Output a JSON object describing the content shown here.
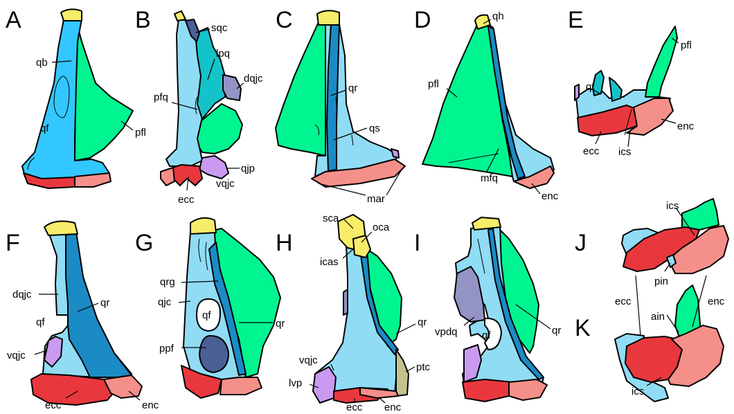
{
  "panels": {
    "A": {
      "letter": "A",
      "labels": {
        "qb": "qb",
        "qf": "qf",
        "pfl": "pfl"
      }
    },
    "B": {
      "letter": "B",
      "labels": {
        "sqc": "sqc",
        "lpq": "lpq",
        "dqjc": "dqjc",
        "pfq": "pfq",
        "qjp": "qjp",
        "vqjc": "vqjc",
        "ecc": "ecc"
      }
    },
    "C": {
      "letter": "C",
      "labels": {
        "qr": "qr",
        "qs": "qs",
        "mar": "mar"
      }
    },
    "D": {
      "letter": "D",
      "labels": {
        "qh": "qh",
        "pfl": "pfl",
        "mfq": "mfq",
        "enc": "enc"
      }
    },
    "E": {
      "letter": "E",
      "labels": {
        "pfl": "pfl",
        "qf": "qf",
        "enc": "enc",
        "ecc": "ecc",
        "ics": "ics"
      }
    },
    "F": {
      "letter": "F",
      "labels": {
        "dqjc": "dqjc",
        "qr": "qr",
        "qf": "qf",
        "vqjc": "vqjc",
        "ecc": "ecc",
        "enc": "enc"
      }
    },
    "G": {
      "letter": "G",
      "labels": {
        "qrg": "qrg",
        "qjc": "qjc",
        "qf": "qf",
        "qr": "qr",
        "ppf": "ppf"
      }
    },
    "H": {
      "letter": "H",
      "labels": {
        "sca": "sca",
        "oca": "oca",
        "icas": "icas",
        "qr": "qr",
        "vqjc": "vqjc",
        "ptc": "ptc",
        "lvp": "lvp",
        "ecc": "ecc",
        "enc": "enc"
      }
    },
    "I": {
      "letter": "I",
      "labels": {
        "vpdq": "vpdq",
        "qf": "qf",
        "qr": "qr"
      }
    },
    "J": {
      "letter": "J",
      "labels": {
        "ics": "ics",
        "pin": "pin",
        "ecc": "ecc",
        "enc": "enc"
      }
    },
    "K": {
      "letter": "K",
      "labels": {
        "ain": "ain",
        "ics": "ics"
      }
    }
  },
  "colors": {
    "yellow": "#f7ed6a",
    "blue": "#33c7ff",
    "green": "#00f590",
    "lightblue": "#90dcf5",
    "darkblue": "#1b8bc6",
    "teal": "#14c3c9",
    "navy": "#4a5f96",
    "purple": "#9393c5",
    "lavender": "#c99af0",
    "red": "#e8383d",
    "salmon": "#f58f8a",
    "khaki": "#c2c28d"
  }
}
